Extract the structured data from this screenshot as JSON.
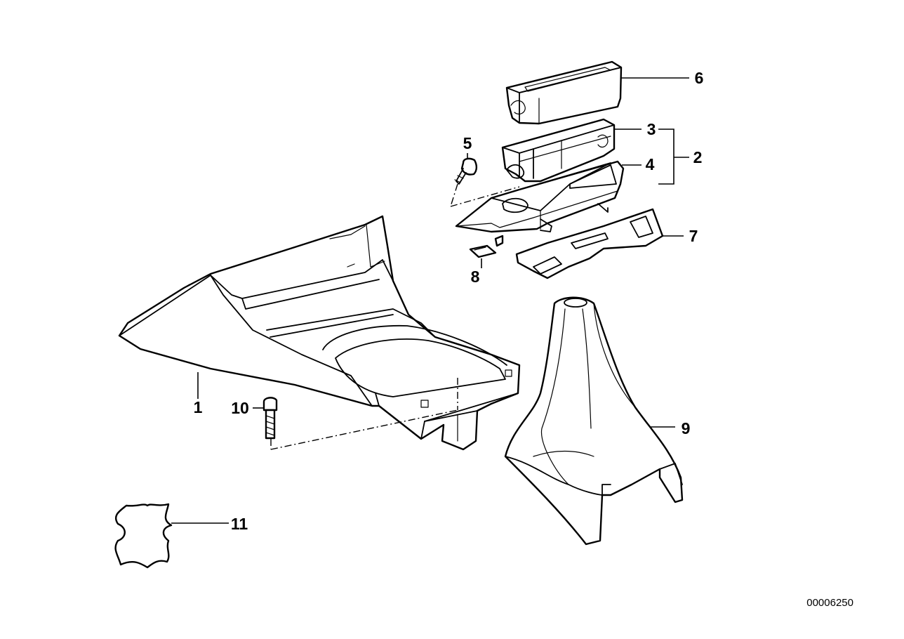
{
  "diagram": {
    "callouts": [
      "1",
      "2",
      "3",
      "4",
      "5",
      "6",
      "7",
      "8",
      "9",
      "10",
      "11"
    ],
    "document_number": "00006250"
  }
}
